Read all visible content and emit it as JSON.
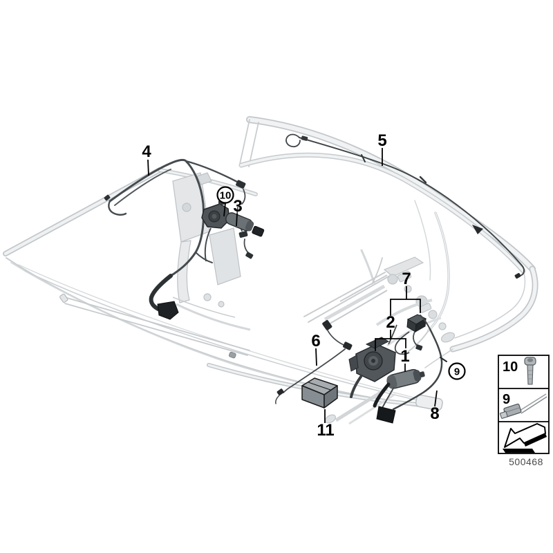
{
  "figure": {
    "part_number": "500468"
  },
  "callouts": {
    "c1": {
      "label": "1",
      "circled": false
    },
    "c2": {
      "label": "2",
      "circled": false
    },
    "c3": {
      "label": "3",
      "circled": false
    },
    "c4": {
      "label": "4",
      "circled": false
    },
    "c5": {
      "label": "5",
      "circled": false
    },
    "c6": {
      "label": "6",
      "circled": false
    },
    "c7": {
      "label": "7",
      "circled": false
    },
    "c8": {
      "label": "8",
      "circled": false
    },
    "c9": {
      "label": "9",
      "circled": true
    },
    "c10": {
      "label": "10",
      "circled": true
    },
    "c11": {
      "label": "11",
      "circled": false
    }
  },
  "legend": {
    "rows": [
      {
        "number": "10",
        "icon": "cap-screw-icon"
      },
      {
        "number": "9",
        "icon": "sensor-with-cable-icon"
      },
      {
        "number": "",
        "icon": "direction-arrow-icon"
      }
    ]
  },
  "colors": {
    "background": "#ffffff",
    "frame_light": "#c9cdd0",
    "harness_dark": "#454b4f",
    "component_black": "#1e2224",
    "label": "#000000",
    "part_number_text": "#4a4a4a"
  }
}
